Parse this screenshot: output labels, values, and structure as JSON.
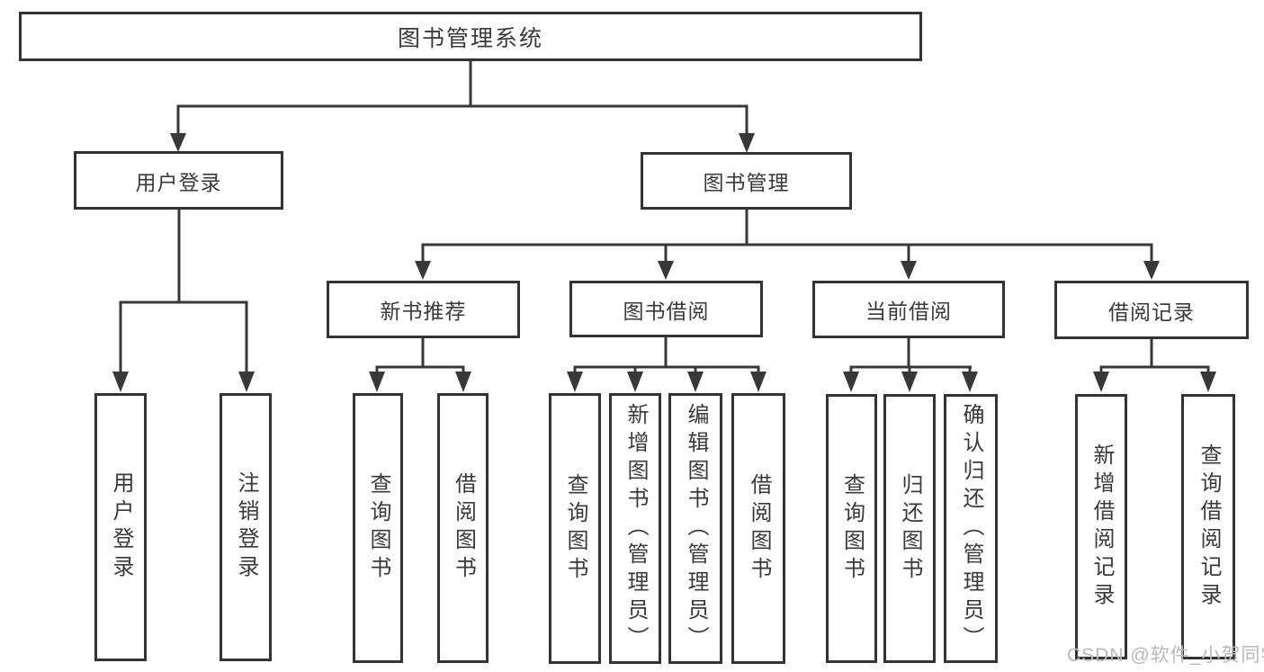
{
  "diagram": {
    "type": "tree",
    "title": "图书管理系统",
    "colors": {
      "background": "#ffffff",
      "line": "#383838",
      "box_border": "#333333",
      "text": "#3a3a3a",
      "watermark": "#b9b9b9"
    },
    "tree": {
      "label": "图书管理系统",
      "children": [
        {
          "label": "用户登录",
          "children": [
            {
              "label": "用户登录"
            },
            {
              "label": "注销登录"
            }
          ]
        },
        {
          "label": "图书管理",
          "children": [
            {
              "label": "新书推荐",
              "children": [
                {
                  "label": "查询图书"
                },
                {
                  "label": "借阅图书"
                }
              ]
            },
            {
              "label": "图书借阅",
              "children": [
                {
                  "label": "查询图书"
                },
                {
                  "label": "新增图书（管理员）"
                },
                {
                  "label": "编辑图书（管理员）"
                },
                {
                  "label": "借阅图书"
                }
              ]
            },
            {
              "label": "当前借阅",
              "children": [
                {
                  "label": "查询图书"
                },
                {
                  "label": "归还图书"
                },
                {
                  "label": "确认归还（管理员）"
                }
              ]
            },
            {
              "label": "借阅记录",
              "children": [
                {
                  "label": "新增借阅记录"
                },
                {
                  "label": "查询借阅记录"
                }
              ]
            }
          ]
        }
      ]
    }
  },
  "watermark": {
    "text": "CSDN @软件_小贺同学"
  }
}
